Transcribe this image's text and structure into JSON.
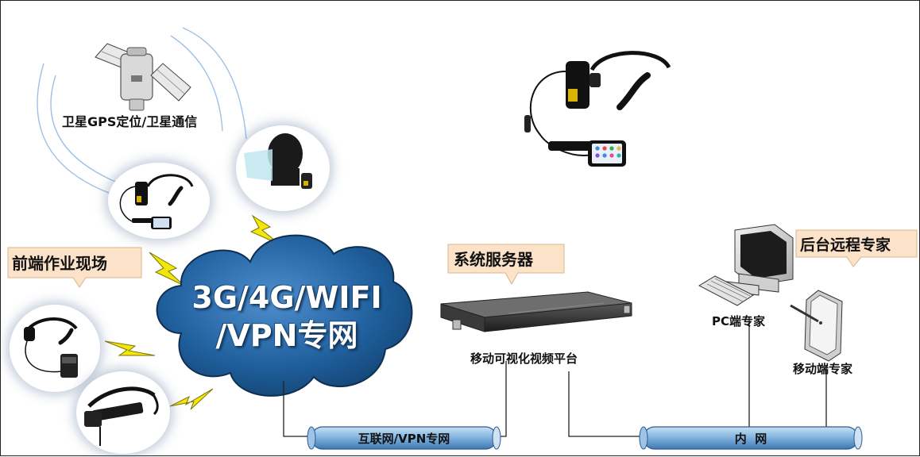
{
  "labels": {
    "satellite": "卫星GPS定位/卫星通信",
    "frontline": "前端作业现场",
    "network_line1": "3G/4G/WIFI",
    "network_line2": "/VPN专网",
    "server_title": "系统服务器",
    "server_caption": "移动可视化视频平台",
    "backend": "后台远程专家",
    "pc_expert": "PC端专家",
    "mobile_expert": "移动端专家",
    "internet_pipe": "互联网/VPN专网",
    "intranet_pipe": "内  网"
  },
  "icons": [
    "satellite-icon",
    "headset-phone-device-icon",
    "helmet-camera-icon",
    "bluetooth-headset-icon",
    "smart-glasses-icon",
    "lightning-icon",
    "network-cloud-icon",
    "rack-server-icon",
    "desktop-pc-icon",
    "tablet-icon"
  ],
  "colors": {
    "callout_bg": "#fbe2c8",
    "cloud_fill": "#1f5f9c",
    "lightning": "#f2e60a",
    "pipe_fill": "#7fb1de",
    "line": "#222222"
  }
}
